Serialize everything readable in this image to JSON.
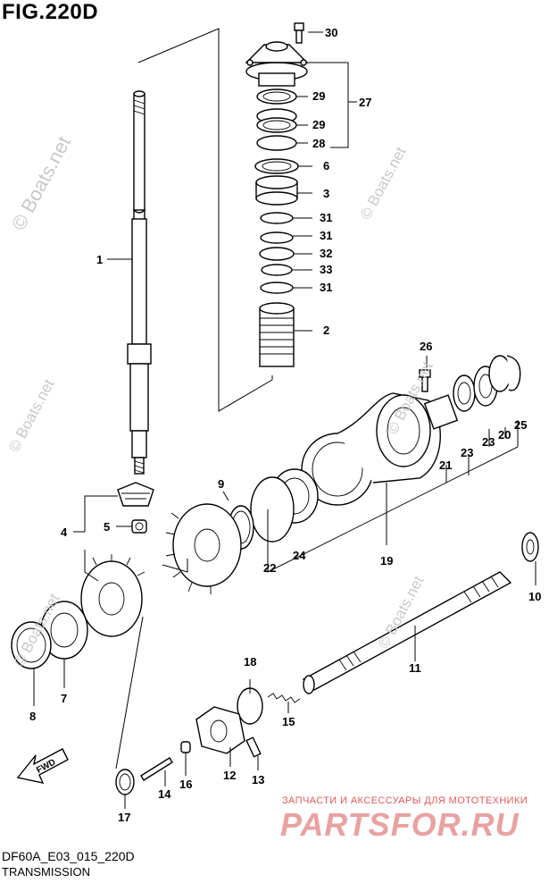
{
  "figure": {
    "title": "FIG.220D",
    "code": "DF60A_E03_015_220D",
    "name": "TRANSMISSION"
  },
  "watermarks": [
    "© Boats.net",
    "© Boats.net",
    "© Boats.net",
    "© Boats.net",
    "© Boats.net",
    "© Boats.net"
  ],
  "shop": {
    "caption": "ЗАПЧАСТИ И АКСЕССУАРЫ ДЛЯ МОТОТЕХНИКИ",
    "logo": "PARTSFOR.RU"
  },
  "fwd_label": "FWD",
  "callouts": {
    "p1": "1",
    "p2": "2",
    "p3": "3",
    "p4": "4",
    "p5": "5",
    "p6": "6",
    "p7": "7",
    "p8": "8",
    "p9": "9",
    "p10": "10",
    "p11": "11",
    "p12": "12",
    "p13": "13",
    "p14": "14",
    "p15": "15",
    "p16": "16",
    "p17": "17",
    "p18": "18",
    "p19": "19",
    "p20": "20",
    "p21": "21",
    "p22": "22",
    "p23a": "23",
    "p23b": "23",
    "p24": "24",
    "p25": "25",
    "p26": "26",
    "p27": "27",
    "p28": "28",
    "p29a": "29",
    "p29b": "29",
    "p30": "30",
    "p31a": "31",
    "p31b": "31",
    "p31c": "31",
    "p32": "32",
    "p33": "33"
  },
  "colors": {
    "ink": "#000000",
    "watermark": "#c9c9c9",
    "shop_red": "#e05a5a",
    "shop_logo": "#e8a2a2"
  }
}
